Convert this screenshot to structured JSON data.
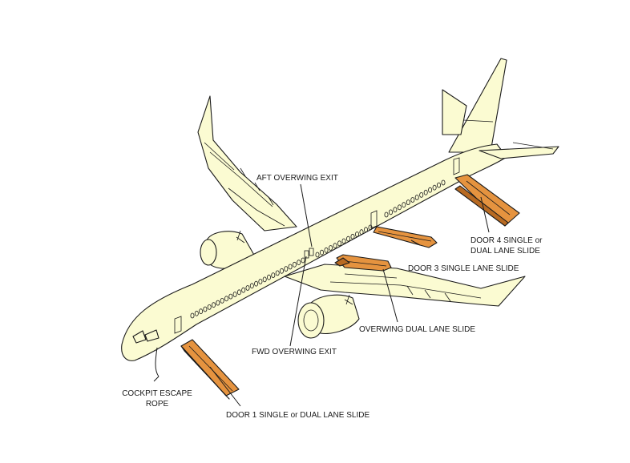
{
  "colors": {
    "fuselage": "#fbfbd2",
    "slide": "#e5933f",
    "slide_dark": "#b86a22",
    "line": "#1a1a1a"
  },
  "labels": {
    "aft_overwing_exit": "AFT OVERWING EXIT",
    "door4_line1": "DOOR 4 SINGLE or",
    "door4_line2": "DUAL LANE SLIDE",
    "door3": "DOOR 3 SINGLE LANE SLIDE",
    "overwing_dual": "OVERWING DUAL LANE SLIDE",
    "fwd_overwing_exit": "FWD OVERWING EXIT",
    "cockpit_line1": "COCKPIT ESCAPE",
    "cockpit_line2": "ROPE",
    "door1": "DOOR 1 SINGLE or DUAL LANE SLIDE"
  }
}
